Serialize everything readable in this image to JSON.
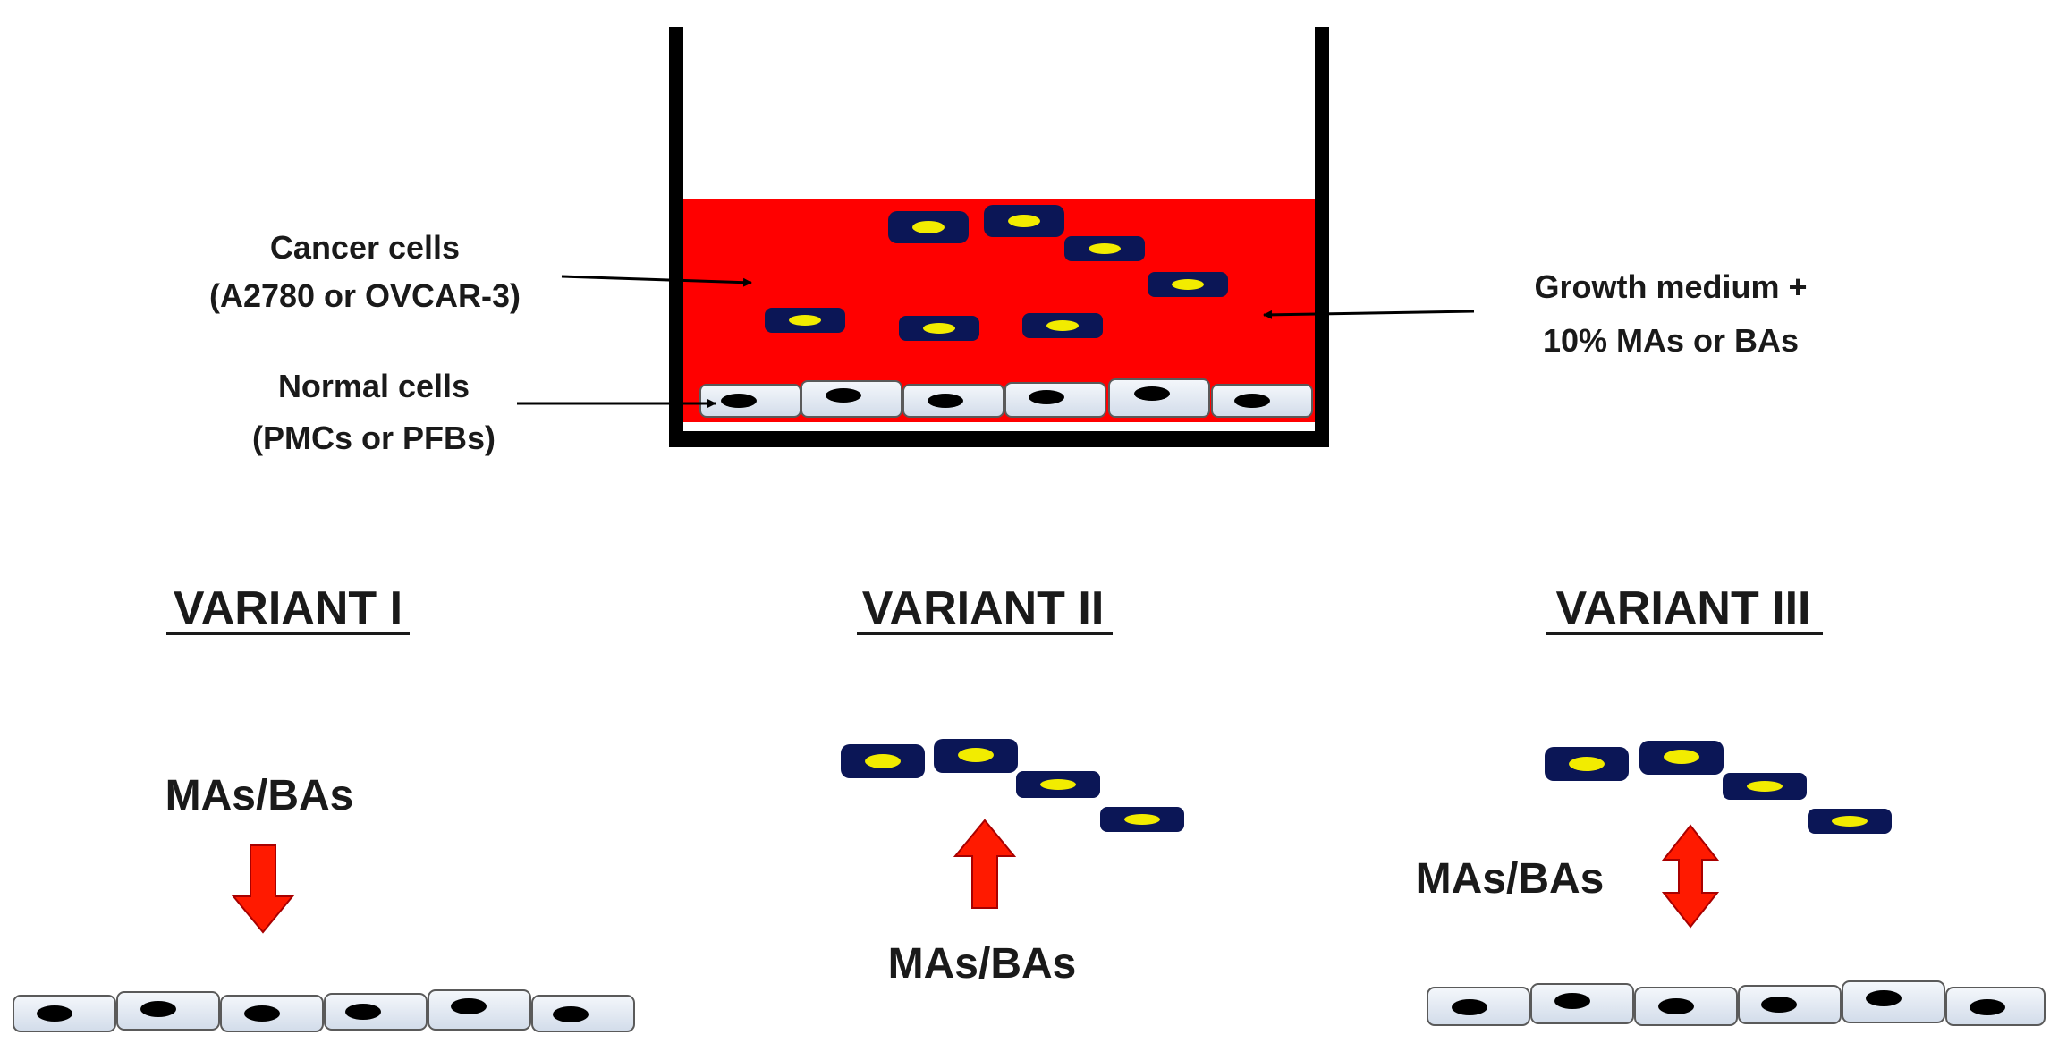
{
  "labels": {
    "cancer_cells_line1": "Cancer cells",
    "cancer_cells_line2": "(A2780 or OVCAR-3)",
    "normal_cells_line1": "Normal cells",
    "normal_cells_line2": "(PMCs or PFBs)",
    "medium_line1": "Growth medium +",
    "medium_line2": "10% MAs or BAs"
  },
  "variants": [
    {
      "title": "VARIANT I",
      "factor_label": "MAs/BAs",
      "arrow": "down"
    },
    {
      "title": "VARIANT II",
      "factor_label": "MAs/BAs",
      "arrow": "up"
    },
    {
      "title": "VARIANT III",
      "factor_label": "MAs/BAs",
      "arrow": "both"
    }
  ],
  "colors": {
    "medium": "#ff0000",
    "well_wall": "#000000",
    "cancer_cell": "#0b1656",
    "cancer_nucleus": "#f2ec00",
    "normal_cell": "#dfe7f1",
    "normal_cell_border": "#5a5a5a",
    "normal_nucleus": "#000000",
    "arrow": "#ff1a00",
    "arrow_border": "#a80000"
  }
}
